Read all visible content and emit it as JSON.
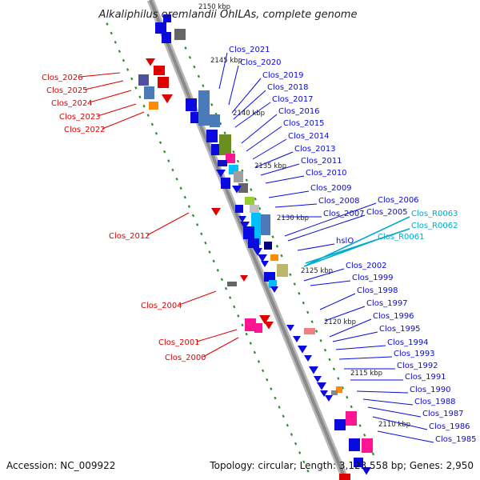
{
  "header": {
    "title": "Alkaliphilus oremlandii OhILAs, complete genome"
  },
  "footer": {
    "accession": "Accession: NC_009922",
    "summary": "Topology: circular; Length: 3,123,558 bp; Genes: 2,950"
  },
  "colors": {
    "backbone": "#8a8a8a",
    "tick": "#2e8b2e",
    "strand_plus": "#0a0ae0",
    "strand_minus": "#e00000",
    "rna_label": "#00aacc"
  },
  "ruler": [
    {
      "label": "2150 kbp"
    },
    {
      "label": "2145 kbp"
    },
    {
      "label": "2140 kbp"
    },
    {
      "label": "2135 kbp"
    },
    {
      "label": "2130 kbp"
    },
    {
      "label": "2125 kbp"
    },
    {
      "label": "2120 kbp"
    },
    {
      "label": "2115 kbp"
    },
    {
      "label": "2110 kbp"
    }
  ],
  "left_labels": [
    "Clos_2026",
    "Clos_2025",
    "Clos_2024",
    "Clos_2023",
    "Clos_2022",
    "Clos_2012",
    "Clos_2004",
    "Clos_2001",
    "Clos_2000"
  ],
  "right_labels": [
    "Clos_2021",
    "Clos_2020",
    "Clos_2019",
    "Clos_2018",
    "Clos_2017",
    "Clos_2016",
    "Clos_2015",
    "Clos_2014",
    "Clos_2013",
    "Clos_2011",
    "Clos_2010",
    "Clos_2009",
    "Clos_2008",
    "Clos_2007",
    "Clos_2006",
    "Clos_2005",
    "Clos_R0063",
    "Clos_R0062",
    "Clos_R0061",
    "hslO",
    "Clos_2002",
    "Clos_1999",
    "Clos_1998",
    "Clos_1997",
    "Clos_1996",
    "Clos_1995",
    "Clos_1994",
    "Clos_1993",
    "Clos_1992",
    "Clos_1991",
    "Clos_1990",
    "Clos_1988",
    "Clos_1987",
    "Clos_1986",
    "Clos_1985"
  ]
}
